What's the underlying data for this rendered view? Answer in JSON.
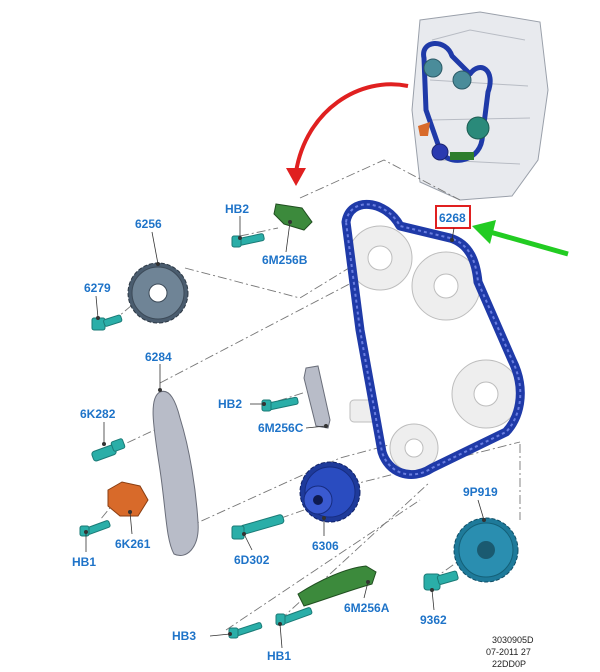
{
  "diagram": {
    "labels": {
      "l6268": "6268",
      "l6256": "6256",
      "l6279": "6279",
      "lHB2a": "HB2",
      "l6M256B": "6M256B",
      "l6284": "6284",
      "l6K282": "6K282",
      "lHB2b": "HB2",
      "l6M256C": "6M256C",
      "l6K261": "6K261",
      "lHB1a": "HB1",
      "l6D302": "6D302",
      "l6306": "6306",
      "l9P919": "9P919",
      "l6M256A": "6M256A",
      "l9362": "9362",
      "lHB3": "HB3",
      "lHB1b": "HB1"
    },
    "reference": {
      "line1": "3030905D",
      "line2": "07-2011 27",
      "line3": "22DD0P"
    }
  },
  "colors": {
    "label_blue": "#1e73c8",
    "chain_blue": "#1f3aa8",
    "highlight_red": "#e02020",
    "pointer_green": "#22cc22",
    "part_teal": "#2aaea8",
    "part_orange": "#d86a2a",
    "guide_green": "#3c8a3c",
    "guide_gray": "#b8bcc8"
  }
}
